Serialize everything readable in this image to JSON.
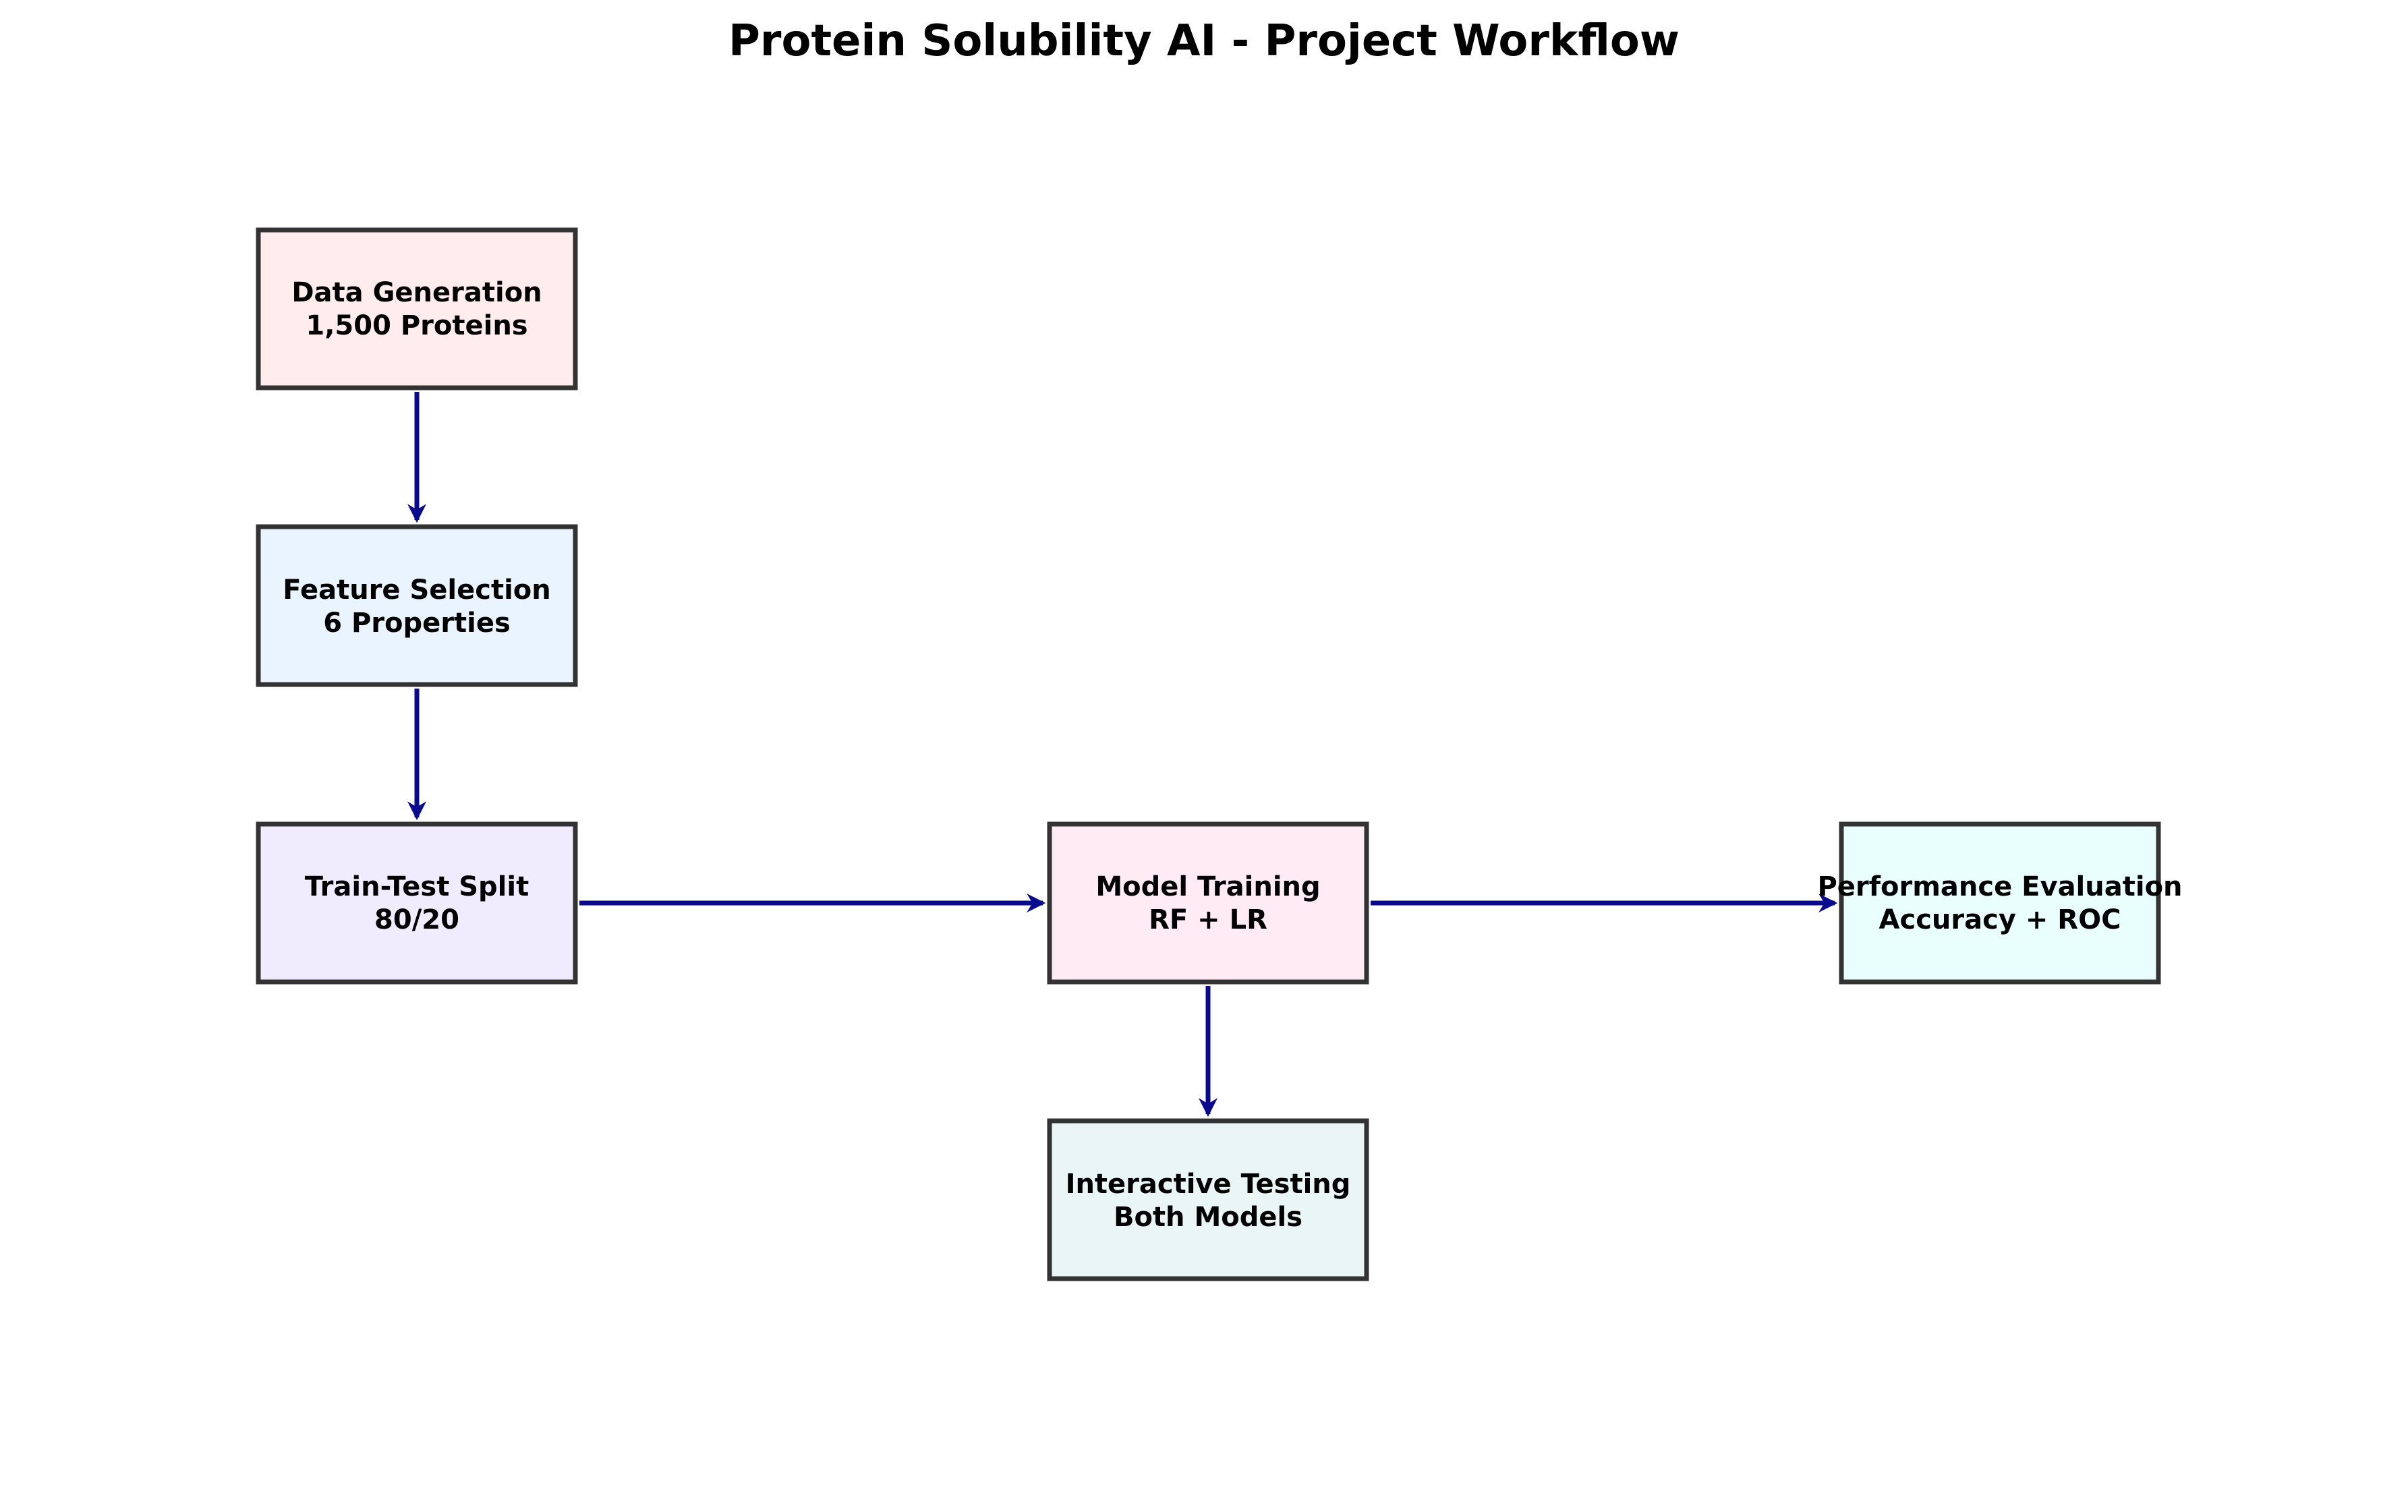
{
  "title": "Protein Solubility AI - Project Workflow",
  "colors": {
    "edge": "#0a0a8c",
    "border": "#333333"
  },
  "nodes": [
    {
      "id": "data-generation",
      "line1": "Data Generation",
      "line2": "1,500 Proteins",
      "fill": "#ffeded"
    },
    {
      "id": "feature-selection",
      "line1": "Feature Selection",
      "line2": "6 Properties",
      "fill": "#eaf4ff"
    },
    {
      "id": "train-test-split",
      "line1": "Train-Test Split",
      "line2": "80/20",
      "fill": "#f1ebfe"
    },
    {
      "id": "model-training",
      "line1": "Model Training",
      "line2": "RF + LR",
      "fill": "#ffebf3"
    },
    {
      "id": "performance-evaluation",
      "line1": "Performance Evaluation",
      "line2": "Accuracy + ROC",
      "fill": "#e9fffd"
    },
    {
      "id": "interactive-testing",
      "line1": "Interactive Testing",
      "line2": "Both Models",
      "fill": "#eaf6f5"
    }
  ],
  "edges": [
    {
      "from": "data-generation",
      "to": "feature-selection"
    },
    {
      "from": "feature-selection",
      "to": "train-test-split"
    },
    {
      "from": "train-test-split",
      "to": "model-training"
    },
    {
      "from": "model-training",
      "to": "performance-evaluation"
    },
    {
      "from": "model-training",
      "to": "interactive-testing"
    }
  ]
}
